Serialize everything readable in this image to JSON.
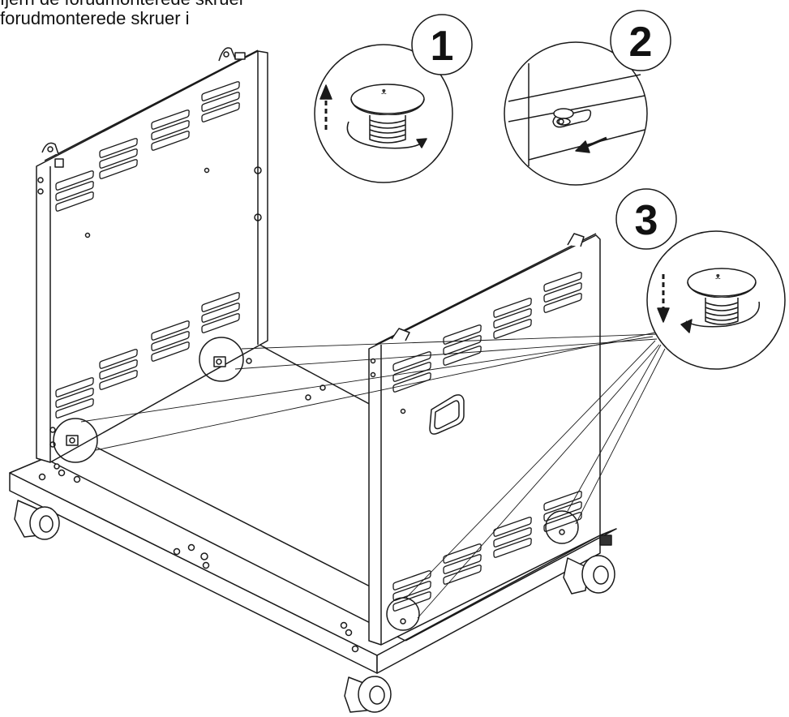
{
  "caption": {
    "line1": "fjern de forudmonterede skruer",
    "line2": "forudmonterede skruer i"
  },
  "steps": [
    {
      "label": "1"
    },
    {
      "label": "2"
    },
    {
      "label": "3"
    }
  ],
  "colors": {
    "line": "#1a1a1a",
    "background": "#ffffff"
  }
}
